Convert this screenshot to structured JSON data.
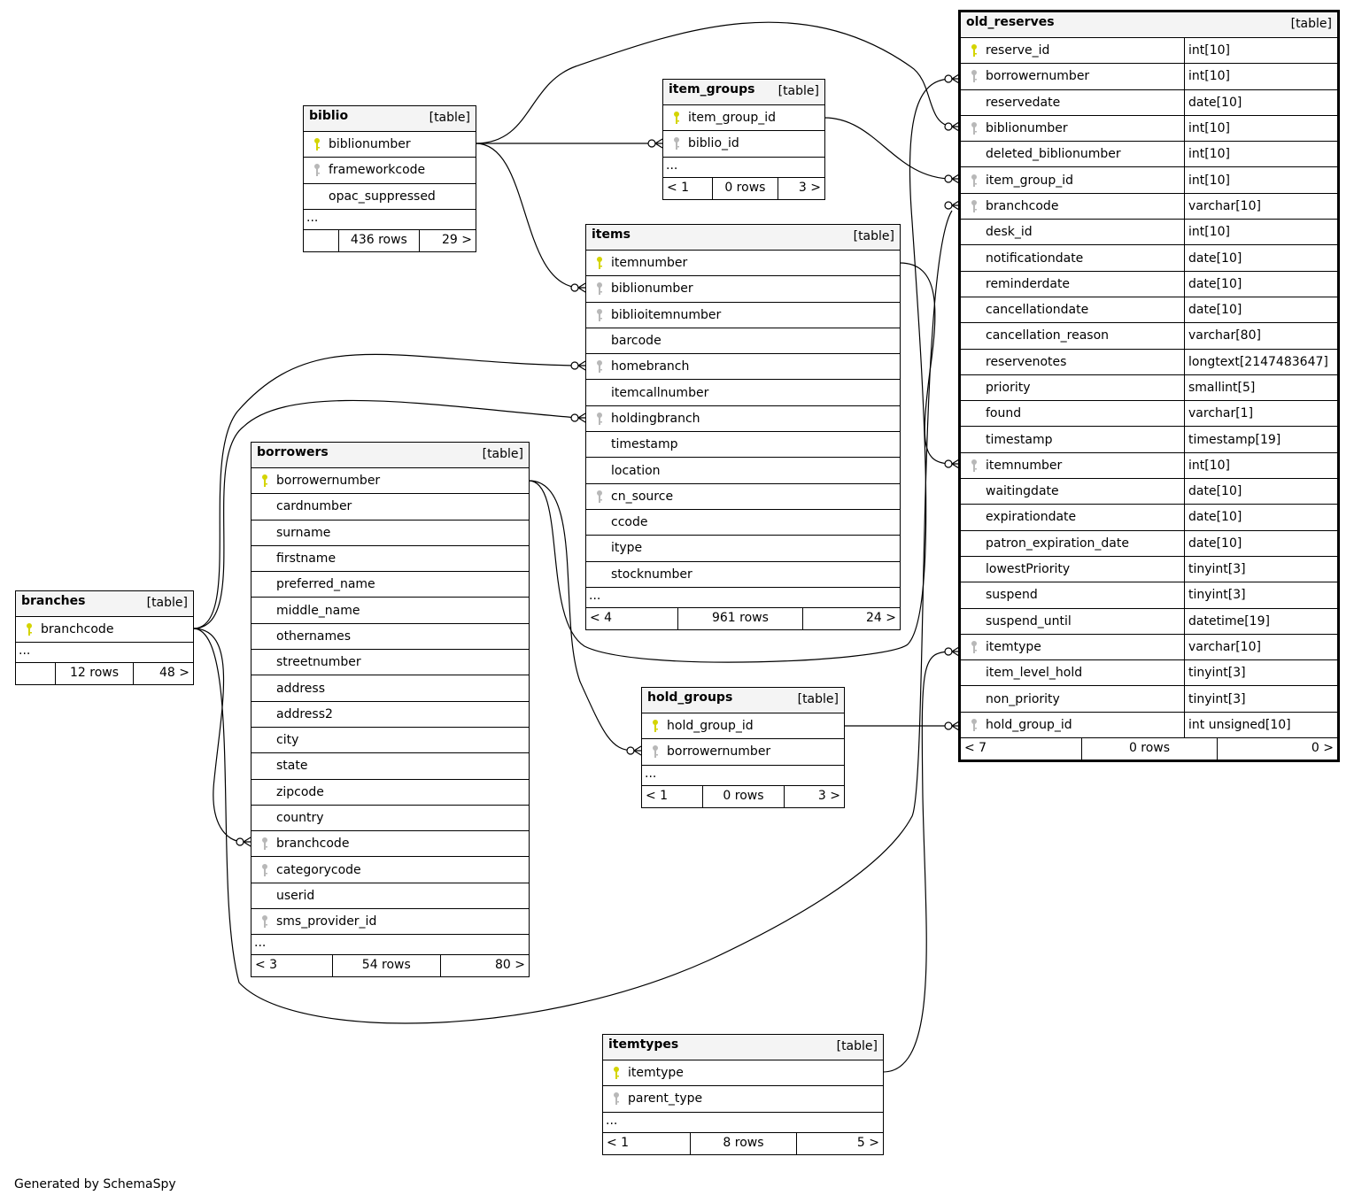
{
  "colors": {
    "primary_key": "#d4d400",
    "foreign_key": "#b8b8b8",
    "header_bg": "#f4f4f4"
  },
  "table_type_label": "[table]",
  "ellipsis": "...",
  "footer_text": "Generated by SchemaSpy",
  "tables": {
    "old_reserves": {
      "name": "old_reserves",
      "columns": [
        {
          "name": "reserve_id",
          "key": "pk",
          "type": "int[10]"
        },
        {
          "name": "borrowernumber",
          "key": "fk",
          "type": "int[10]"
        },
        {
          "name": "reservedate",
          "key": "",
          "type": "date[10]"
        },
        {
          "name": "biblionumber",
          "key": "fk",
          "type": "int[10]"
        },
        {
          "name": "deleted_biblionumber",
          "key": "",
          "type": "int[10]"
        },
        {
          "name": "item_group_id",
          "key": "fk",
          "type": "int[10]"
        },
        {
          "name": "branchcode",
          "key": "fk",
          "type": "varchar[10]"
        },
        {
          "name": "desk_id",
          "key": "",
          "type": "int[10]"
        },
        {
          "name": "notificationdate",
          "key": "",
          "type": "date[10]"
        },
        {
          "name": "reminderdate",
          "key": "",
          "type": "date[10]"
        },
        {
          "name": "cancellationdate",
          "key": "",
          "type": "date[10]"
        },
        {
          "name": "cancellation_reason",
          "key": "",
          "type": "varchar[80]"
        },
        {
          "name": "reservenotes",
          "key": "",
          "type": "longtext[2147483647]"
        },
        {
          "name": "priority",
          "key": "",
          "type": "smallint[5]"
        },
        {
          "name": "found",
          "key": "",
          "type": "varchar[1]"
        },
        {
          "name": "timestamp",
          "key": "",
          "type": "timestamp[19]"
        },
        {
          "name": "itemnumber",
          "key": "fk",
          "type": "int[10]"
        },
        {
          "name": "waitingdate",
          "key": "",
          "type": "date[10]"
        },
        {
          "name": "expirationdate",
          "key": "",
          "type": "date[10]"
        },
        {
          "name": "patron_expiration_date",
          "key": "",
          "type": "date[10]"
        },
        {
          "name": "lowestPriority",
          "key": "",
          "type": "tinyint[3]"
        },
        {
          "name": "suspend",
          "key": "",
          "type": "tinyint[3]"
        },
        {
          "name": "suspend_until",
          "key": "",
          "type": "datetime[19]"
        },
        {
          "name": "itemtype",
          "key": "fk",
          "type": "varchar[10]"
        },
        {
          "name": "item_level_hold",
          "key": "",
          "type": "tinyint[3]"
        },
        {
          "name": "non_priority",
          "key": "",
          "type": "tinyint[3]"
        },
        {
          "name": "hold_group_id",
          "key": "fk",
          "type": "int unsigned[10]"
        }
      ],
      "ellipsis": false,
      "footer": [
        "< 7",
        "0 rows",
        "0 >"
      ]
    },
    "biblio": {
      "name": "biblio",
      "columns": [
        {
          "name": "biblionumber",
          "key": "pk"
        },
        {
          "name": "frameworkcode",
          "key": "fk"
        },
        {
          "name": "opac_suppressed",
          "key": ""
        }
      ],
      "ellipsis": true,
      "footer": [
        "",
        "436 rows",
        "29 >"
      ]
    },
    "item_groups": {
      "name": "item_groups",
      "columns": [
        {
          "name": "item_group_id",
          "key": "pk"
        },
        {
          "name": "biblio_id",
          "key": "fk"
        }
      ],
      "ellipsis": true,
      "footer": [
        "< 1",
        "0 rows",
        "3 >"
      ]
    },
    "items": {
      "name": "items",
      "columns": [
        {
          "name": "itemnumber",
          "key": "pk"
        },
        {
          "name": "biblionumber",
          "key": "fk"
        },
        {
          "name": "biblioitemnumber",
          "key": "fk"
        },
        {
          "name": "barcode",
          "key": ""
        },
        {
          "name": "homebranch",
          "key": "fk"
        },
        {
          "name": "itemcallnumber",
          "key": ""
        },
        {
          "name": "holdingbranch",
          "key": "fk"
        },
        {
          "name": "timestamp",
          "key": ""
        },
        {
          "name": "location",
          "key": ""
        },
        {
          "name": "cn_source",
          "key": "fk"
        },
        {
          "name": "ccode",
          "key": ""
        },
        {
          "name": "itype",
          "key": ""
        },
        {
          "name": "stocknumber",
          "key": ""
        }
      ],
      "ellipsis": true,
      "footer": [
        "< 4",
        "961 rows",
        "24 >"
      ]
    },
    "borrowers": {
      "name": "borrowers",
      "columns": [
        {
          "name": "borrowernumber",
          "key": "pk"
        },
        {
          "name": "cardnumber",
          "key": ""
        },
        {
          "name": "surname",
          "key": ""
        },
        {
          "name": "firstname",
          "key": ""
        },
        {
          "name": "preferred_name",
          "key": ""
        },
        {
          "name": "middle_name",
          "key": ""
        },
        {
          "name": "othernames",
          "key": ""
        },
        {
          "name": "streetnumber",
          "key": ""
        },
        {
          "name": "address",
          "key": ""
        },
        {
          "name": "address2",
          "key": ""
        },
        {
          "name": "city",
          "key": ""
        },
        {
          "name": "state",
          "key": ""
        },
        {
          "name": "zipcode",
          "key": ""
        },
        {
          "name": "country",
          "key": ""
        },
        {
          "name": "branchcode",
          "key": "fk"
        },
        {
          "name": "categorycode",
          "key": "fk"
        },
        {
          "name": "userid",
          "key": ""
        },
        {
          "name": "sms_provider_id",
          "key": "fk"
        }
      ],
      "ellipsis": true,
      "footer": [
        "< 3",
        "54 rows",
        "80 >"
      ]
    },
    "branches": {
      "name": "branches",
      "columns": [
        {
          "name": "branchcode",
          "key": "pk"
        }
      ],
      "ellipsis": true,
      "footer": [
        "",
        "12 rows",
        "48 >"
      ]
    },
    "hold_groups": {
      "name": "hold_groups",
      "columns": [
        {
          "name": "hold_group_id",
          "key": "pk"
        },
        {
          "name": "borrowernumber",
          "key": "fk"
        }
      ],
      "ellipsis": true,
      "footer": [
        "< 1",
        "0 rows",
        "3 >"
      ]
    },
    "itemtypes": {
      "name": "itemtypes",
      "columns": [
        {
          "name": "itemtype",
          "key": "pk"
        },
        {
          "name": "parent_type",
          "key": "fk"
        }
      ],
      "ellipsis": true,
      "footer": [
        "< 1",
        "8 rows",
        "5 >"
      ]
    }
  }
}
